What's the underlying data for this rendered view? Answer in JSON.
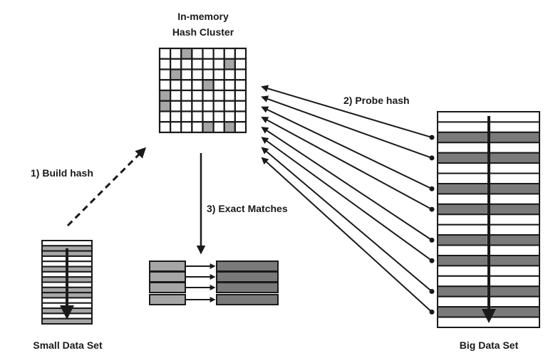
{
  "labels": {
    "hash_cluster_line1": "In-memory",
    "hash_cluster_line2": "Hash Cluster",
    "build_hash": "1) Build hash",
    "probe_hash": "2) Probe hash",
    "exact_matches": "3) Exact Matches",
    "small_data_set": "Small Data Set",
    "big_data_set": "Big Data Set"
  },
  "colors": {
    "ink": "#1a1a1a",
    "light_gray": "#a6a6a6",
    "dark_gray": "#7a7a7a",
    "white": "#ffffff"
  },
  "hash_grid": {
    "rows": 8,
    "cols": 8,
    "shaded_cells": [
      [
        0,
        2
      ],
      [
        1,
        6
      ],
      [
        2,
        1
      ],
      [
        3,
        4
      ],
      [
        4,
        0
      ],
      [
        5,
        0
      ],
      [
        7,
        4
      ],
      [
        7,
        6
      ]
    ]
  },
  "small_data_set": {
    "rows": [
      "W",
      "G",
      "G",
      "W",
      "W",
      "G",
      "W",
      "G",
      "W",
      "G",
      "G",
      "W",
      "W",
      "G",
      "W",
      "G"
    ]
  },
  "big_data_set": {
    "rows": [
      "W",
      "W",
      "G",
      "W",
      "G",
      "W",
      "W",
      "G",
      "W",
      "G",
      "W",
      "W",
      "G",
      "W",
      "G",
      "W",
      "W",
      "G",
      "W",
      "G",
      "W"
    ]
  },
  "probe_arrow_count": 8,
  "exact_match_rows": 4
}
